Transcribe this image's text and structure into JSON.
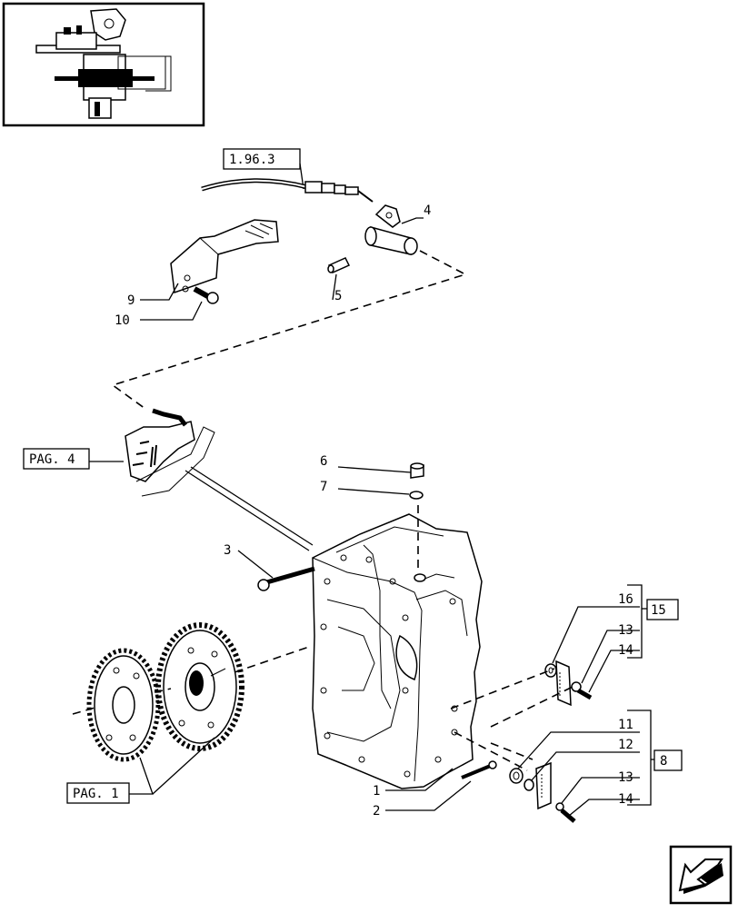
{
  "references": {
    "ref_1963": "1.96.3",
    "ref_pag4": "PAG. 4",
    "ref_pag1": "PAG. 1",
    "ref_15": "15",
    "ref_8": "8"
  },
  "callouts": {
    "c1": "1",
    "c2": "2",
    "c3": "3",
    "c4": "4",
    "c5": "5",
    "c6": "6",
    "c7": "7",
    "c9": "9",
    "c10": "10",
    "c11": "11",
    "c12": "12",
    "c13a": "13",
    "c14a": "14",
    "c13b": "13",
    "c14b": "14",
    "c16": "16"
  },
  "icons": {
    "thumbnail": "assembly-thumbnail-icon",
    "navigation": "back-arrow-icon"
  }
}
